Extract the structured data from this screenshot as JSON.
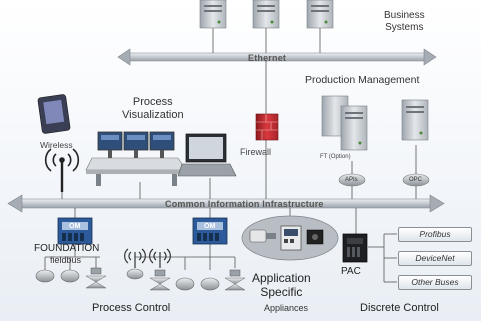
{
  "labels": {
    "business_systems": "Business\nSystems",
    "ethernet": "Ethernet",
    "production_management": "Production Management",
    "process_visualization": "Process\nVisualization",
    "wireless": "Wireless",
    "firewall": "Firewall",
    "ft_option": "FT (Option)",
    "apis": "APIs",
    "opc": "OPC",
    "common_info": "Common Information Infrastructure",
    "foundation": "FOUNDATION",
    "fieldbus": "fieldbus",
    "om": "OM",
    "process_control": "Process Control",
    "application_specific": "Application\nSpecific",
    "appliances": "Appliances",
    "pac": "PAC",
    "discrete_control": "Discrete Control"
  },
  "discrete_buses": [
    "Profibus",
    "DeviceNet",
    "Other Buses"
  ],
  "colors": {
    "bus": "#c9ced3",
    "server": "#b9bfc6",
    "firewall": "#c0282d",
    "om_module": "#2d5a9a"
  },
  "icons": [
    "server-icon",
    "tablet-icon",
    "wireless-antenna-icon",
    "workstation-icon",
    "laptop-icon",
    "firewall-icon",
    "controller-icon",
    "valve-icon",
    "appliance-icon",
    "pac-icon"
  ]
}
